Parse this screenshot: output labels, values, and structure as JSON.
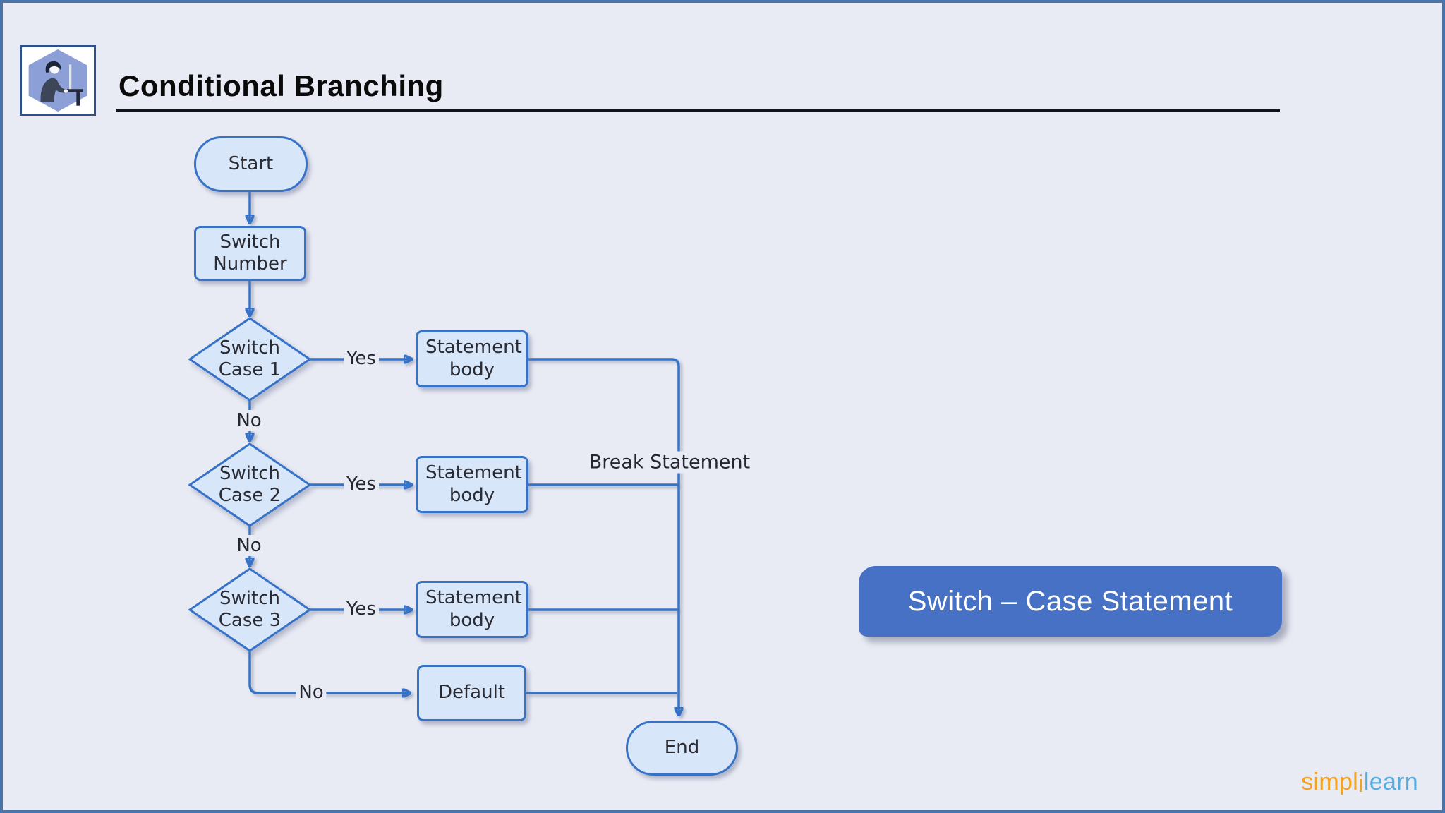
{
  "header": {
    "title": "Conditional Branching"
  },
  "logo": {
    "icon": "person-at-computer-hexagon-icon"
  },
  "flowchart": {
    "nodes": {
      "start": {
        "label": "Start",
        "type": "terminator"
      },
      "switch_number": {
        "label": "Switch Number",
        "type": "process"
      },
      "case1": {
        "label": "Switch Case 1",
        "type": "decision"
      },
      "case2": {
        "label": "Switch Case 2",
        "type": "decision"
      },
      "case3": {
        "label": "Switch Case 3",
        "type": "decision"
      },
      "body1": {
        "label": "Statement body",
        "type": "process"
      },
      "body2": {
        "label": "Statement body",
        "type": "process"
      },
      "body3": {
        "label": "Statement body",
        "type": "process"
      },
      "default": {
        "label": "Default",
        "type": "process"
      },
      "end": {
        "label": "End",
        "type": "terminator"
      }
    },
    "edge_labels": {
      "yes1": "Yes",
      "yes2": "Yes",
      "yes3": "Yes",
      "no1": "No",
      "no2": "No",
      "no3": "No",
      "break": "Break Statement"
    },
    "edges": [
      {
        "from": "start",
        "to": "switch_number",
        "label": ""
      },
      {
        "from": "switch_number",
        "to": "case1",
        "label": ""
      },
      {
        "from": "case1",
        "to": "body1",
        "label": "Yes"
      },
      {
        "from": "case1",
        "to": "case2",
        "label": "No"
      },
      {
        "from": "case2",
        "to": "body2",
        "label": "Yes"
      },
      {
        "from": "case2",
        "to": "case3",
        "label": "No"
      },
      {
        "from": "case3",
        "to": "body3",
        "label": "Yes"
      },
      {
        "from": "case3",
        "to": "default",
        "label": "No"
      },
      {
        "from": "body1",
        "to": "end",
        "label": "Break Statement"
      },
      {
        "from": "body2",
        "to": "end",
        "label": ""
      },
      {
        "from": "body3",
        "to": "end",
        "label": ""
      },
      {
        "from": "default",
        "to": "end",
        "label": ""
      }
    ]
  },
  "banner": {
    "label": "Switch – Case Statement",
    "bg_color": "#4671c5",
    "text_color": "#ffffff"
  },
  "brand": {
    "part1": "simpl",
    "part2": "i",
    "part3": "learn",
    "orange": "#F5A21E",
    "blue": "#53ADE0"
  },
  "colors": {
    "background": "#e9ebf4",
    "page_border": "#4973aa",
    "node_fill": "#d7e6f9",
    "node_border": "#3673c8",
    "connector": "#3673c8",
    "node_text": "#2b2b33",
    "title_text": "#0a0a0a"
  }
}
